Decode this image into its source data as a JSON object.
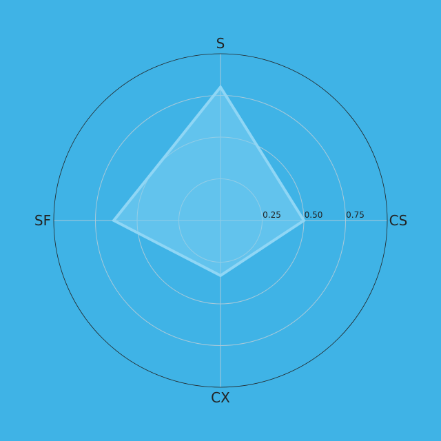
{
  "chart_data": {
    "type": "radar",
    "axes": [
      "S",
      "CS",
      "CX",
      "SF"
    ],
    "series": [
      {
        "values": [
          0.8,
          0.5,
          0.33,
          0.64
        ]
      }
    ],
    "rlim": [
      0,
      1
    ],
    "r_ticks": [
      0.25,
      0.5,
      0.75
    ],
    "r_tick_labels": [
      "0.25",
      "0.50",
      "0.75"
    ],
    "grid": true,
    "colors": {
      "background": "#3fb3e6",
      "grid": "#a9c9d9",
      "outer_ring": "#222222",
      "series_fill": "#7fd0f2",
      "series_stroke": "#8fd6f5",
      "text": "#222222"
    }
  }
}
